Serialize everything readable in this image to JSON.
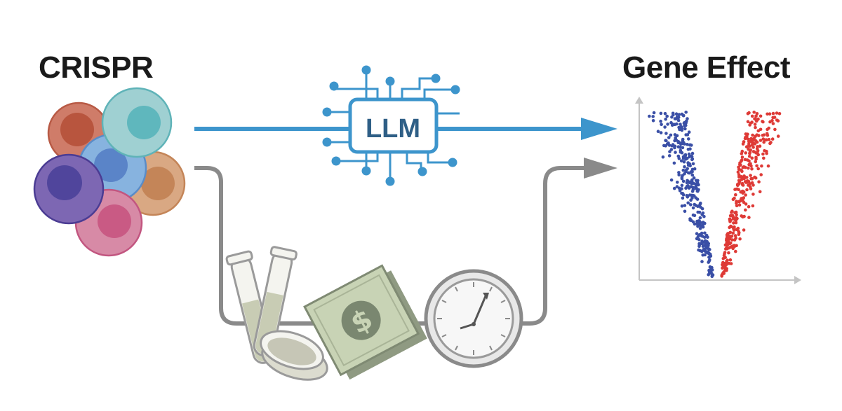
{
  "left_label": "CRISPR",
  "right_label": "Gene Effect",
  "chip_label": "LLM",
  "colors": {
    "llm_blue": "#3d95cc",
    "chip_text": "#2f5f86",
    "grey_path": "#8a8a8a",
    "down_dots": "#3a4fa6",
    "up_dots": "#de3a36",
    "money": "#c8d3b5"
  },
  "icons": [
    "cell-cluster-icon",
    "chip-icon",
    "test-tubes-icon",
    "petri-dish-icon",
    "dollar-bill-icon",
    "clock-icon",
    "volcano-plot-icon"
  ]
}
